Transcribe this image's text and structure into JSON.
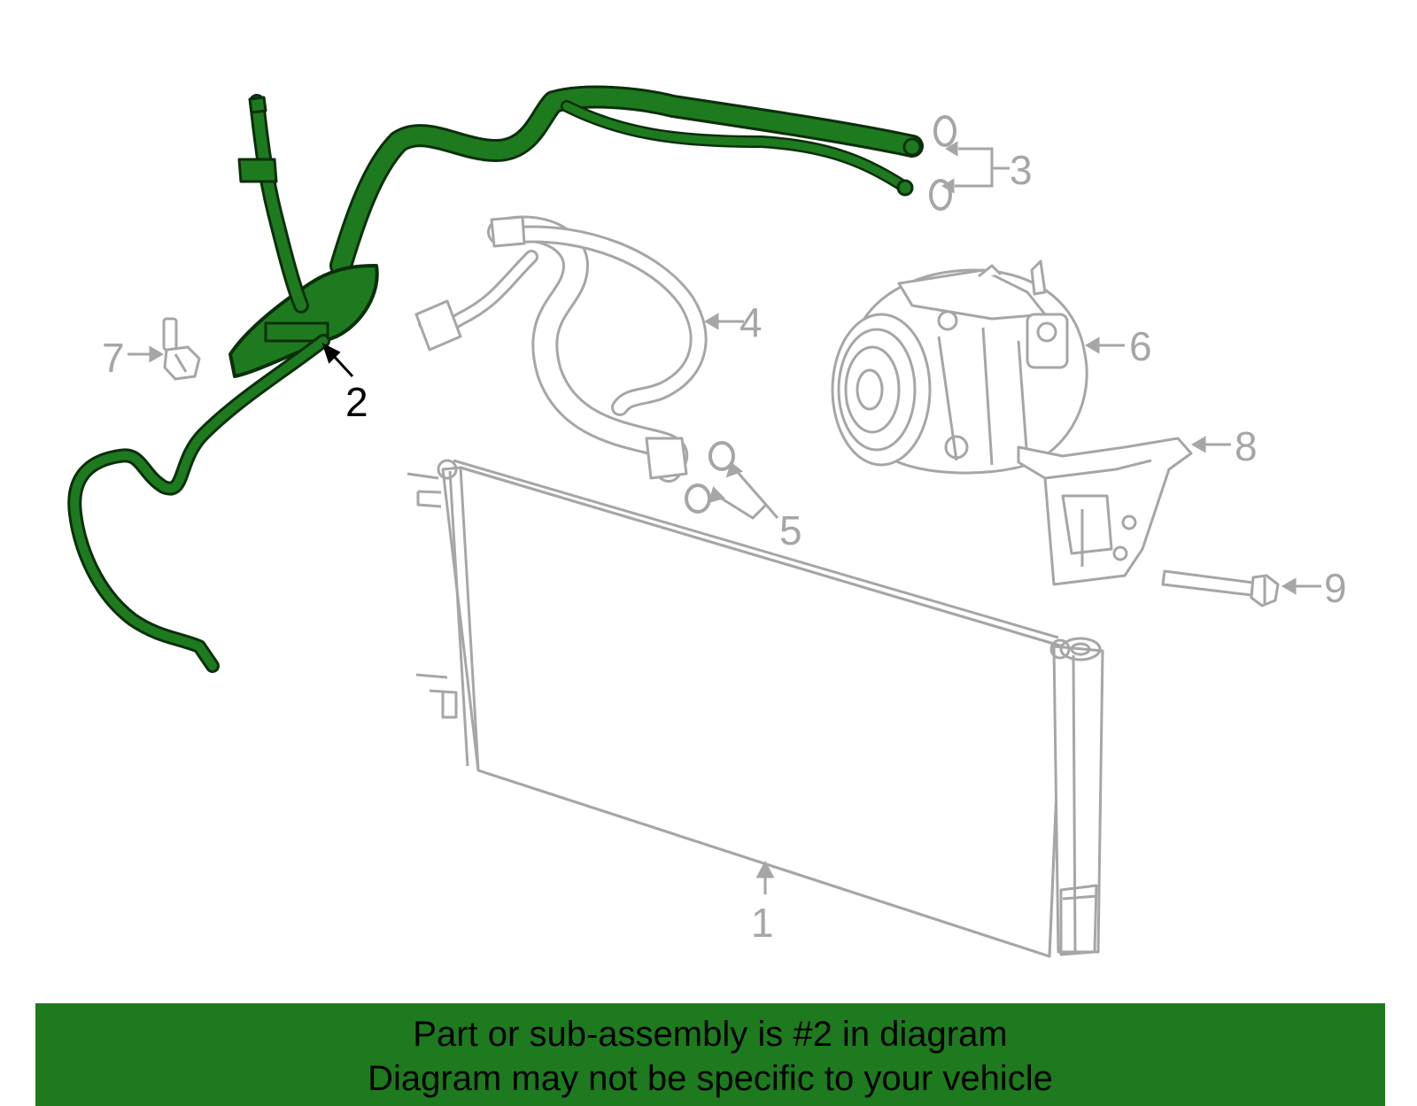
{
  "colors": {
    "highlight": "#1e7a1e",
    "highlight_outline": "#0b2f0b",
    "part_gray": "#a6a6a6",
    "banner_bg": "#1e7a1e",
    "active_label": "#000000"
  },
  "callouts": {
    "c1": "1",
    "c2": "2",
    "c3": "3",
    "c4": "4",
    "c5": "5",
    "c6": "6",
    "c7": "7",
    "c8": "8",
    "c9": "9"
  },
  "highlighted_part": "2",
  "banner": {
    "line1": "Part or sub-assembly is #2 in diagram",
    "line2": "Diagram may not be specific to your vehicle"
  }
}
